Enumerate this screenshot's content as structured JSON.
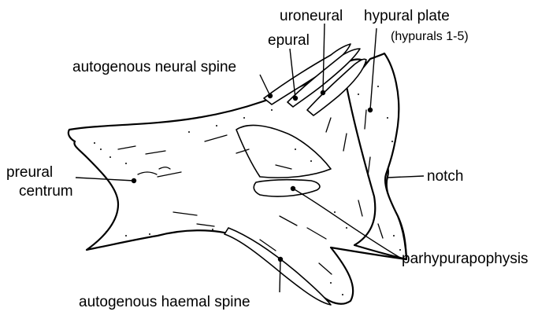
{
  "figure": {
    "labels": {
      "uroneural": "uroneural",
      "hypural_plate": "hypural plate",
      "hypural_plate_note": "(hypurals 1-5)",
      "epural": "epural",
      "autogenous_neural_spine": "autogenous neural spine",
      "preural": "preural",
      "centrum": "centrum",
      "notch": "notch",
      "parhypurapophysis": "parhypurapophysis",
      "autogenous_haemal_spine": "autogenous haemal spine"
    },
    "colors": {
      "ink": "#000000",
      "paper": "#ffffff"
    }
  }
}
